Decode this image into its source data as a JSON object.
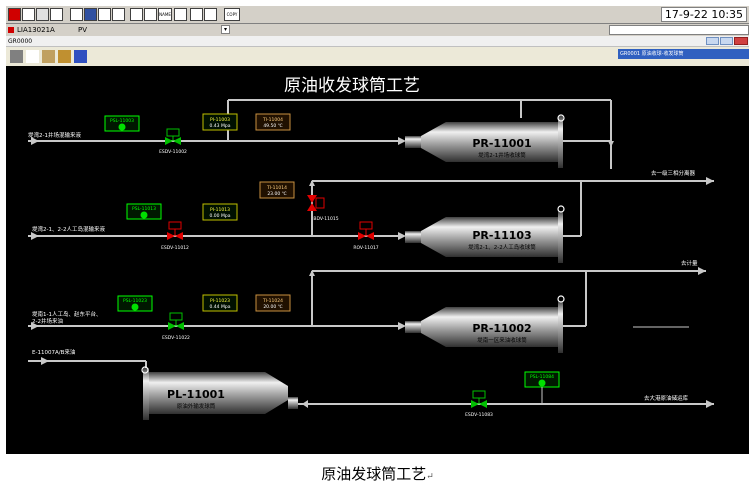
{
  "toolbar": {
    "copy_label": "COPY",
    "name_label": "NAME",
    "clock": "17-9-22 10:35"
  },
  "tagbar": {
    "tag": "LIA13021A",
    "field": "PV"
  },
  "window": {
    "title": "GR0000",
    "side_title": "GR0001  原油收球-收发球筒"
  },
  "process": {
    "title": "原油收发球筒工艺",
    "line1": {
      "inlet": "堤湾2-1井场混输来液",
      "psl": "PSL-11003",
      "pi": "PI-11003",
      "pi_value": "0.43 Mpa",
      "ti": "TI-11004",
      "ti_value": "49.50 ℃",
      "valve": "ESDV-11002",
      "receiver": "PR-11001",
      "receiver_desc": "堤湾2-1井场收球筒",
      "outlet": "去一级三相分离器"
    },
    "line2": {
      "inlet": "堤湾2-1、2-2人工岛混输来液",
      "psl": "PSL-11013",
      "pi": "PI-11013",
      "pi_value": "0.00 Mpa",
      "ti": "TI-11014",
      "ti_value": "23.00 ℃",
      "valve": "ESDV-11012",
      "bdv": "BDV-11015",
      "rov": "ROV-11017",
      "receiver": "PR-11103",
      "receiver_desc": "堤湾2-1、2-2人工岛收球筒",
      "outlet": "去计量"
    },
    "line3": {
      "inlet1": "堤南1-1人工岛、赵东平台、",
      "inlet2": "2-2井场来油",
      "psl": "PSL-11023",
      "pi": "PI-11023",
      "pi_value": "0.44 Mpa",
      "ti": "TI-11024",
      "ti_value": "20.00 ℃",
      "valve": "ESDV-11022",
      "receiver": "PR-11002",
      "receiver_desc": "堤南一区来油收球筒"
    },
    "line4": {
      "inlet": "E-11007A/B来油",
      "launcher": "PL-11001",
      "launcher_desc": "原油外输发球筒",
      "psl": "PSL-11084",
      "valve": "ESDV-11083",
      "outlet": "去大港原油储运库"
    }
  },
  "caption": "原油发球筒工艺",
  "colors": {
    "pipe": "#c8c8c8",
    "valve_open": "#00c000",
    "valve_closed": "#e00000",
    "tag_tan": "#c89040"
  }
}
